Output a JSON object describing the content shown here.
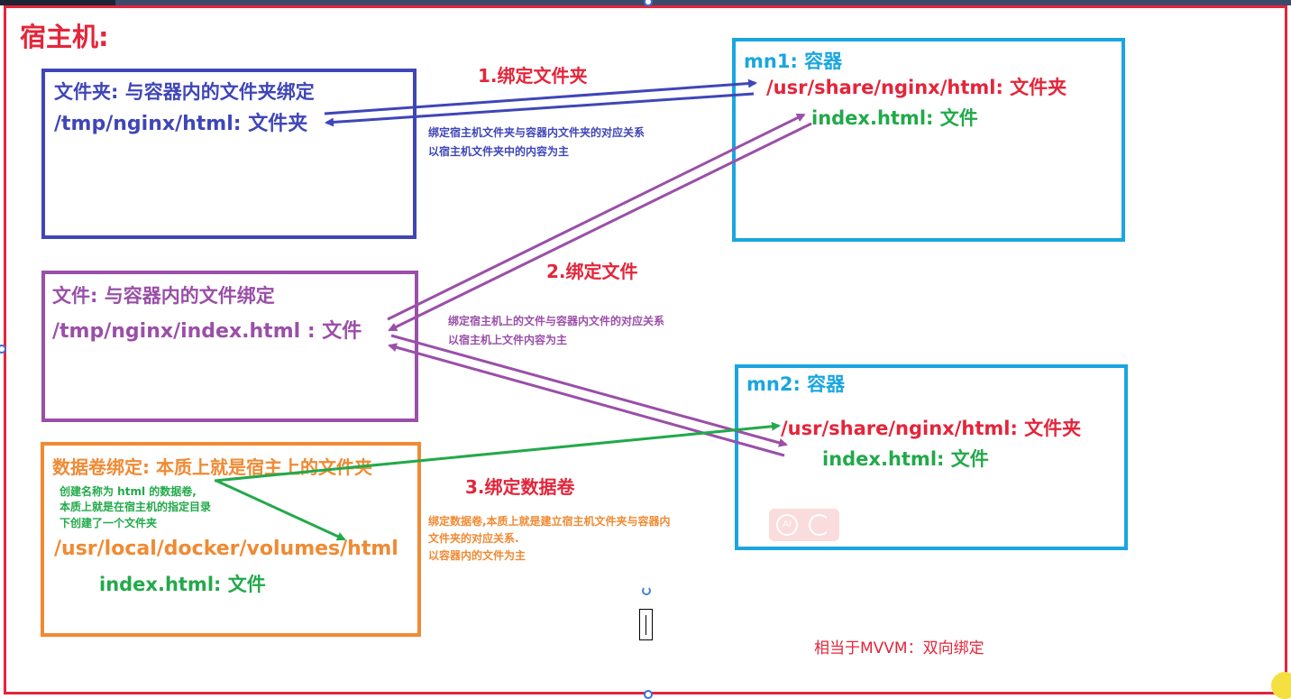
{
  "title": "宿主机:",
  "section1": {
    "box_title": "文件夹: 与容器内的文件夹绑定",
    "path": "/tmp/nginx/html: 文件夹",
    "arrow_label": "1.绑定文件夹",
    "note_line1": "绑定宿主机文件夹与容器内文件夹的对应关系",
    "note_line2": "以宿主机文件夹中的内容为主"
  },
  "section2": {
    "box_title": "文件: 与容器内的文件绑定",
    "path": "/tmp/nginx/index.html : 文件",
    "arrow_label": "2.绑定文件",
    "note_line1": "绑定宿主机上的文件与容器内文件的对应关系",
    "note_line2": "以宿主机上文件内容为主"
  },
  "section3": {
    "box_title": "数据卷绑定: 本质上就是宿主上的文件夹",
    "desc_line1": "创建名称为 html 的数据卷,",
    "desc_line2": "本质上就是在宿主机的指定目录",
    "desc_line3": "下创建了一个文件夹",
    "path": "/usr/local/docker/volumes/html",
    "file": "index.html: 文件",
    "arrow_label": "3.绑定数据卷",
    "note_line1": "绑定数据卷,本质上就是建立宿主机文件夹与容器内",
    "note_line2": "文件夹的对应关系.",
    "note_line3": "以容器内的文件为主"
  },
  "container1": {
    "title": "mn1: 容器",
    "folder": "/usr/share/nginx/html: 文件夹",
    "file": "index.html: 文件"
  },
  "container2": {
    "title": "mn2: 容器",
    "folder": "/usr/share/nginx/html: 文件夹",
    "file": "index.html: 文件"
  },
  "footer_note": "相当于MVVM：双向绑定",
  "ai_badge": "AI",
  "colors": {
    "frame": "#e4253a",
    "folder_binding": "#3f46b8",
    "file_binding": "#9a4fa8",
    "volume_binding": "#f08a33",
    "container": "#19a6e0",
    "file_text": "#22a94a",
    "container_path": "#e4253a"
  }
}
